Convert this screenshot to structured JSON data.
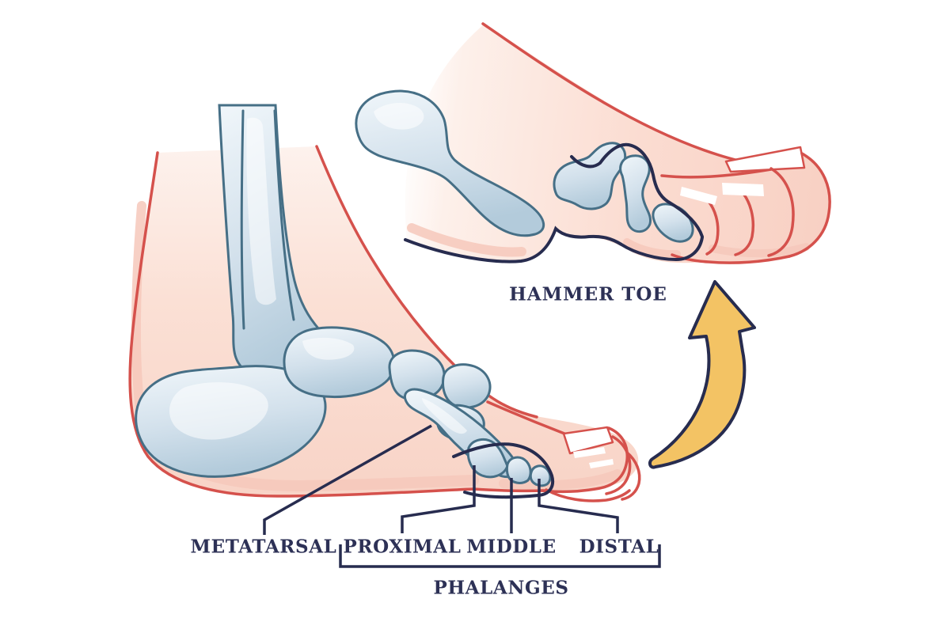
{
  "page": {
    "title": "Hammer toe anatomy diagram",
    "background": "#ffffff"
  },
  "figure": {
    "closeup_caption": "HAMMER TOE",
    "bone_labels": {
      "metatarsal": "METATARSAL",
      "proximal": "PROXIMAL",
      "middle": "MIDDLE",
      "distal": "DISTAL",
      "group": "PHALANGES"
    }
  },
  "colors": {
    "label_text": "#2d3156",
    "skin_outline": "#d5514c",
    "skin_shade": "#f6c8bb",
    "bone_outline": "#466f86",
    "bone_shade": "#9fbdd1",
    "dark_navy": "#272c4f",
    "arrow_fill": "#f3c364",
    "nail": "#ffffff"
  }
}
